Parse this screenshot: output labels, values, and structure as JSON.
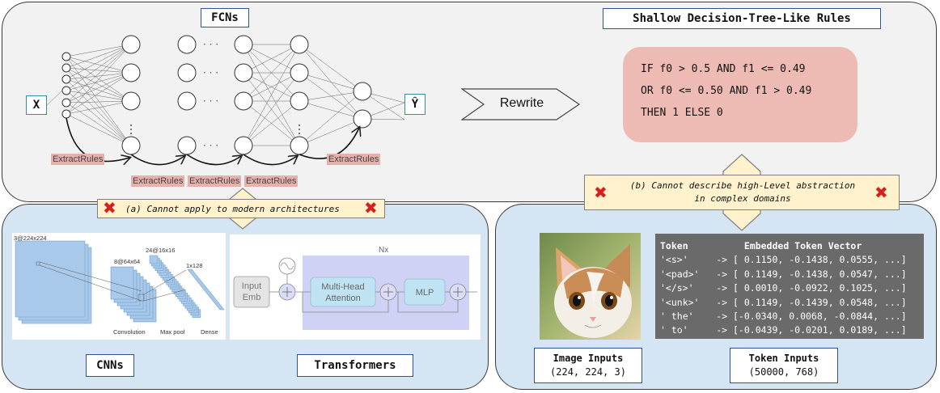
{
  "fcn": {
    "title": "FCNs",
    "input_label": "X",
    "output_label": "Ŷ",
    "ellipsis": "· · ·",
    "extract_label": "ExtractRules"
  },
  "rewrite_label": "Rewrite",
  "rules": {
    "title": "Shallow Decision-Tree-Like Rules",
    "lines": [
      "IF f0 > 0.5 AND f1 <= 0.49",
      "OR f0 <= 0.50 AND f1 > 0.49",
      "THEN 1 ELSE 0"
    ]
  },
  "limitations": {
    "a": "(a) Cannot apply to modern architectures",
    "b_line1": "(b) Cannot describe high-Level abstraction",
    "b_line2": "in complex domains"
  },
  "cnn": {
    "title": "CNNs",
    "layer_labels": [
      "3@224x224",
      "8@64x64",
      "24@16x16",
      "1x128"
    ],
    "stage_labels": [
      "Convolution",
      "Max pool",
      "Dense"
    ]
  },
  "transformer": {
    "title": "Transformers",
    "nx": "Nx",
    "input_emb": [
      "Input",
      "Emb"
    ],
    "attention": [
      "Multi-Head",
      "Attention"
    ],
    "mlp": "MLP"
  },
  "image_inputs": {
    "title": "Image Inputs",
    "shape": "(224, 224, 3)"
  },
  "token_inputs": {
    "title": "Token Inputs",
    "shape": "(50000, 768)",
    "header": "Token          Embedded Token Vector",
    "rows": [
      "'<s>'     -> [ 0.1150, -0.1438, 0.0555, ...]",
      "'<pad>'   -> [ 0.1149, -0.1438, 0.0547, ...]",
      "'</s>'    -> [ 0.0010, -0.0922, 0.1025, ...]",
      "'<unk>'   -> [ 0.1149, -0.1439, 0.0548, ...]",
      "' the'    -> [-0.0340, 0.0068, -0.0844, ...]",
      "' to'     -> [-0.0439, -0.0201, 0.0189, ...]"
    ]
  },
  "colors": {
    "top_panel": "#f2f2f2",
    "bottom_panels": "#d5e5f3",
    "rules_box": "#eebbb4",
    "warning_box": "#fff2cc",
    "cross": "#d62020",
    "title_border": "#2f5597"
  },
  "icons": [
    "cross-icon",
    "cat-photo"
  ]
}
